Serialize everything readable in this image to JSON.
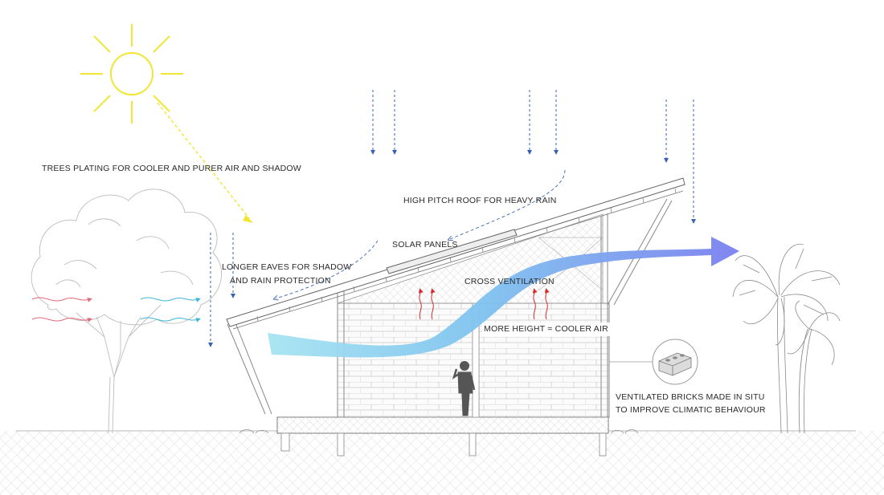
{
  "labels": {
    "trees": "TREES PLATING FOR COOLER AND PURER AIR AND SHADOW",
    "roof": "HIGH PITCH ROOF FOR HEAVY RAIN",
    "solar": "SOLAR PANELS",
    "eaves_line1": "LONGER EAVES FOR SHADOW",
    "eaves_line2": "AND RAIN PROTECTION",
    "cross": "CROSS VENTILATION",
    "height": "MORE HEIGHT = COOLER AIR",
    "bricks_line1": "VENTILATED BRICKS MADE IN SITU",
    "bricks_line2": "TO IMPROVE CLIMATIC BEHAVIOUR"
  },
  "icons": {
    "sun": "sun-icon",
    "rain": "rain-arrow-icon",
    "heat": "heat-rise-icon",
    "breeze": "breeze-icon",
    "brick": "ventilated-brick-icon",
    "person": "person-figure-icon"
  },
  "colors": {
    "sun": "#f2e632",
    "rain": "#3a62b4",
    "heat": "#d62a2a",
    "breeze_warm": "#e26a7a",
    "breeze_cool": "#3fb6d8",
    "airflow_start": "#8fd6ee",
    "airflow_end": "#7f86ee",
    "line": "#777777"
  }
}
